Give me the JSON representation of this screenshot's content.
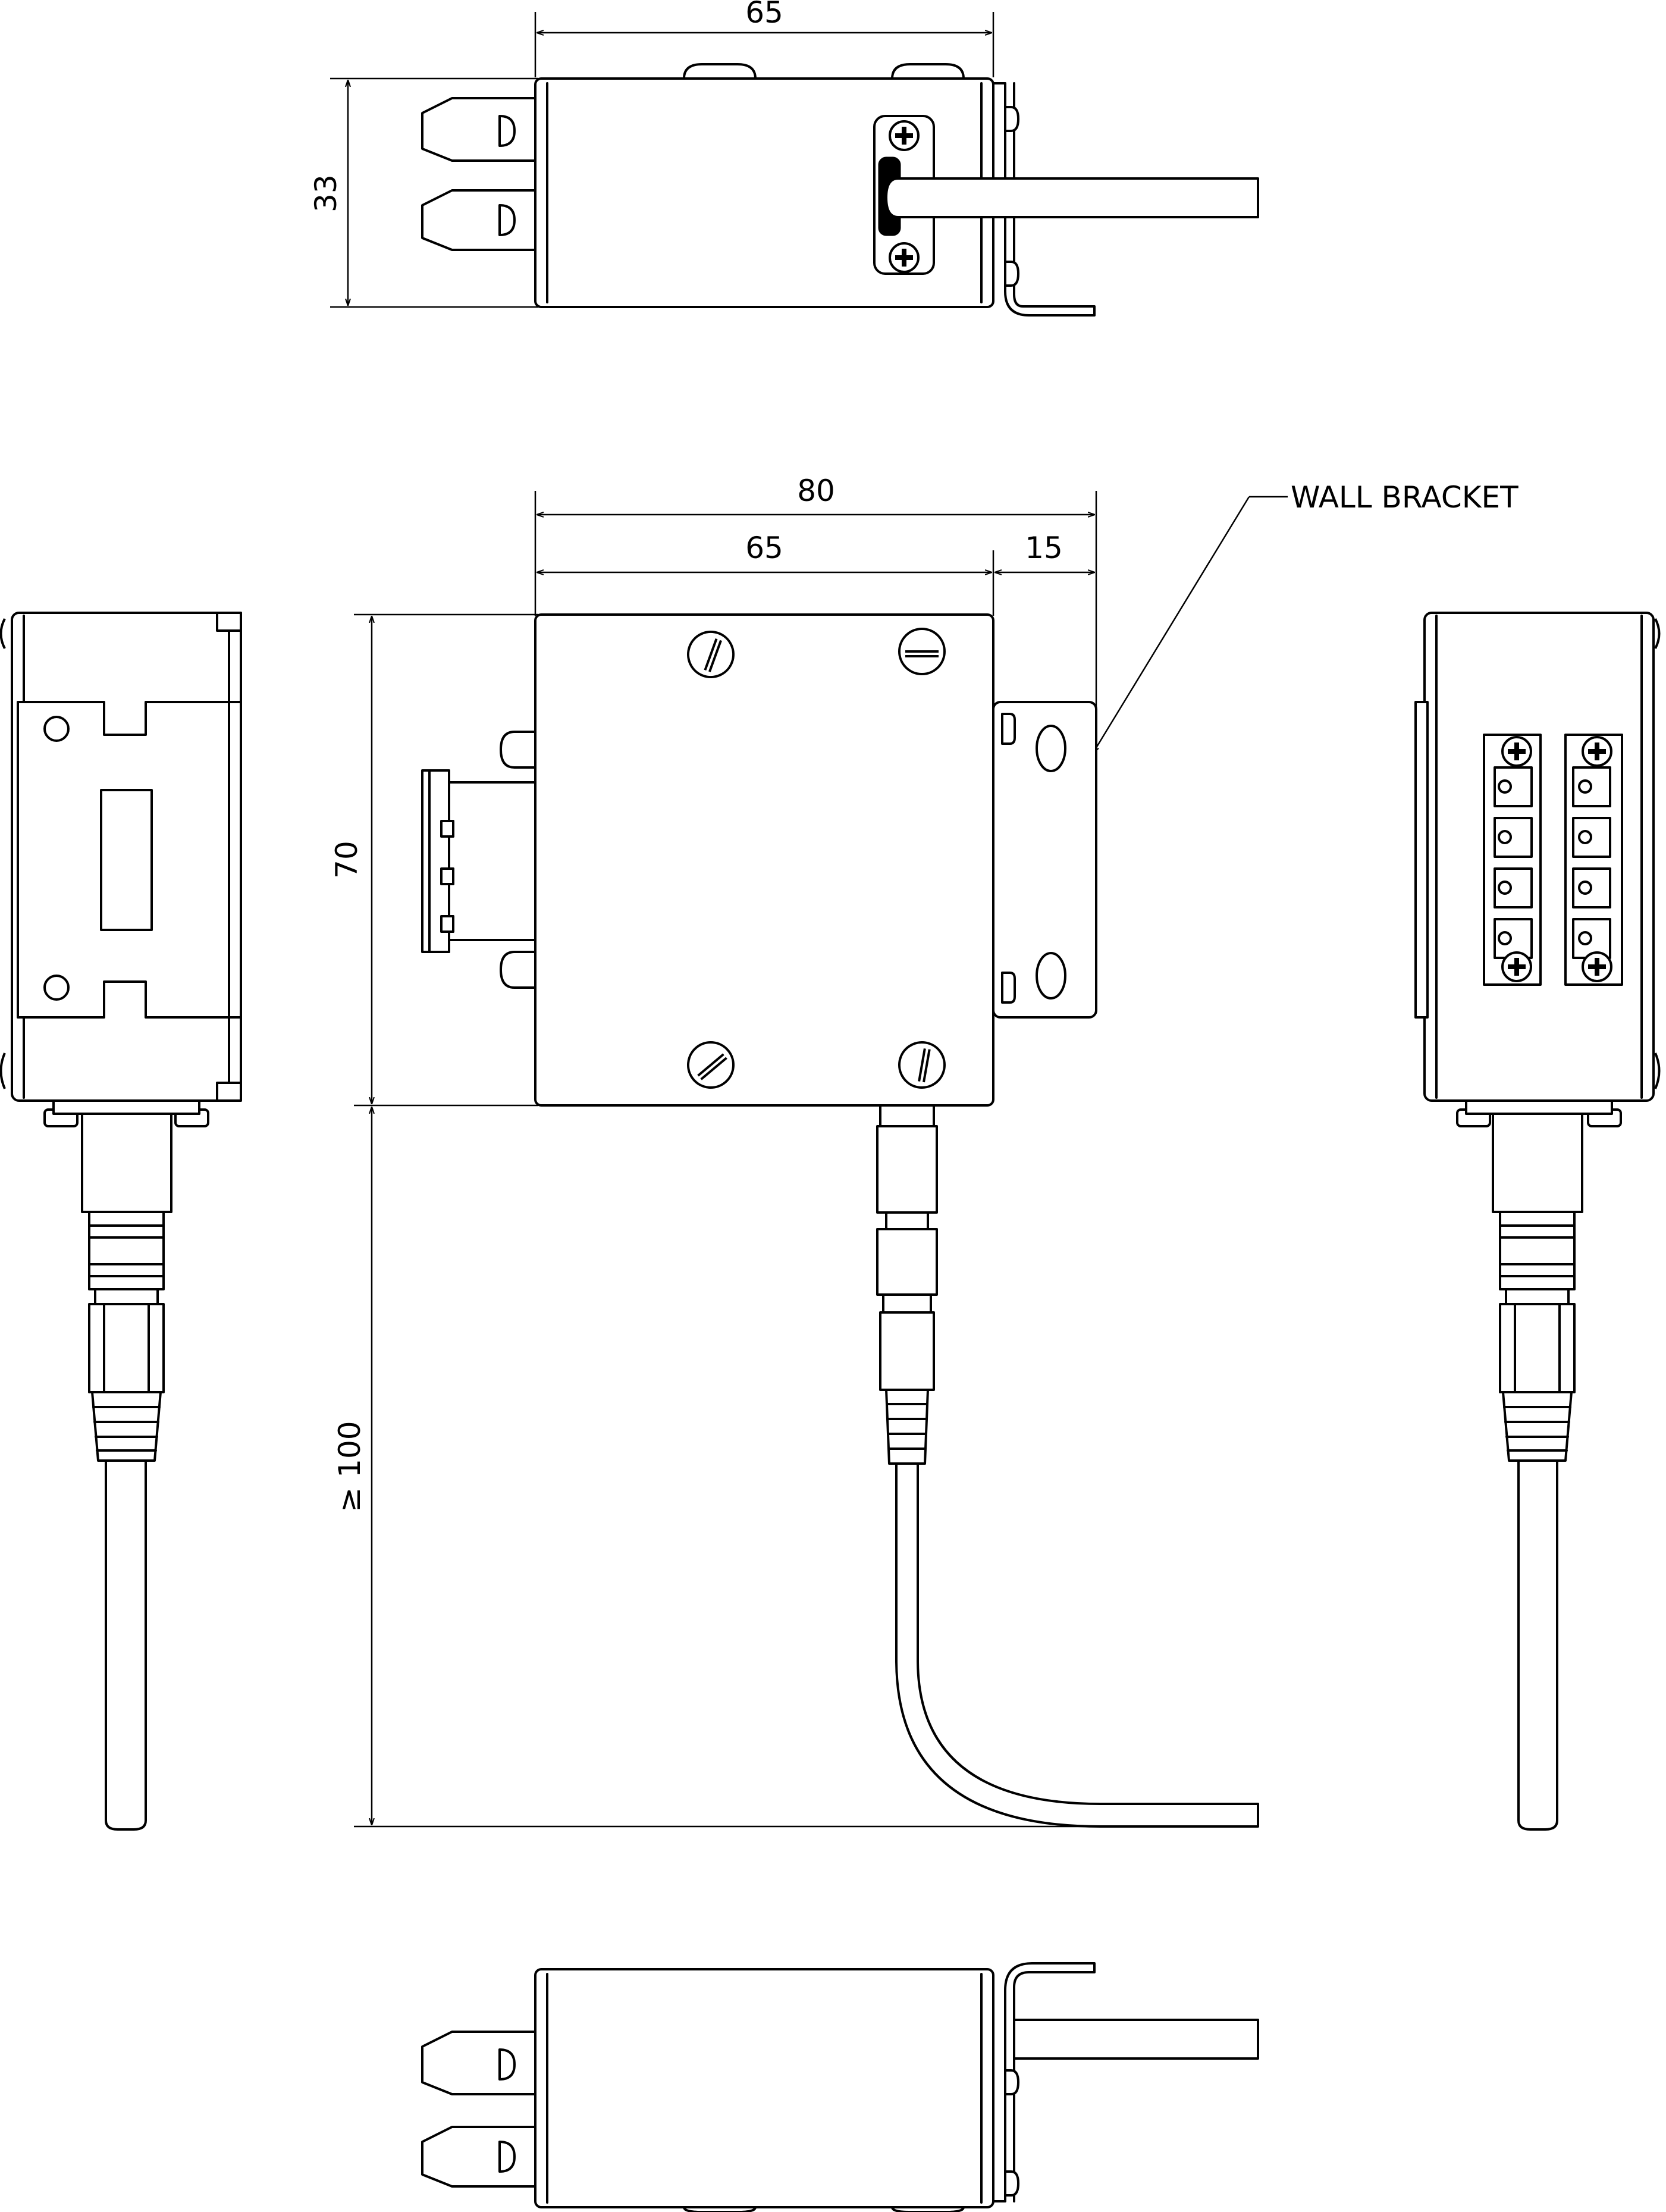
{
  "dimensions": {
    "top_width": "65",
    "top_height": "33",
    "front_total_width": "80",
    "front_width": "65",
    "bracket_width": "15",
    "front_height": "70",
    "cable_length": "≥ 100"
  },
  "callouts": {
    "wall_bracket": "WALL BRACKET"
  },
  "colors": {
    "line": "#000000",
    "background": "#ffffff"
  }
}
